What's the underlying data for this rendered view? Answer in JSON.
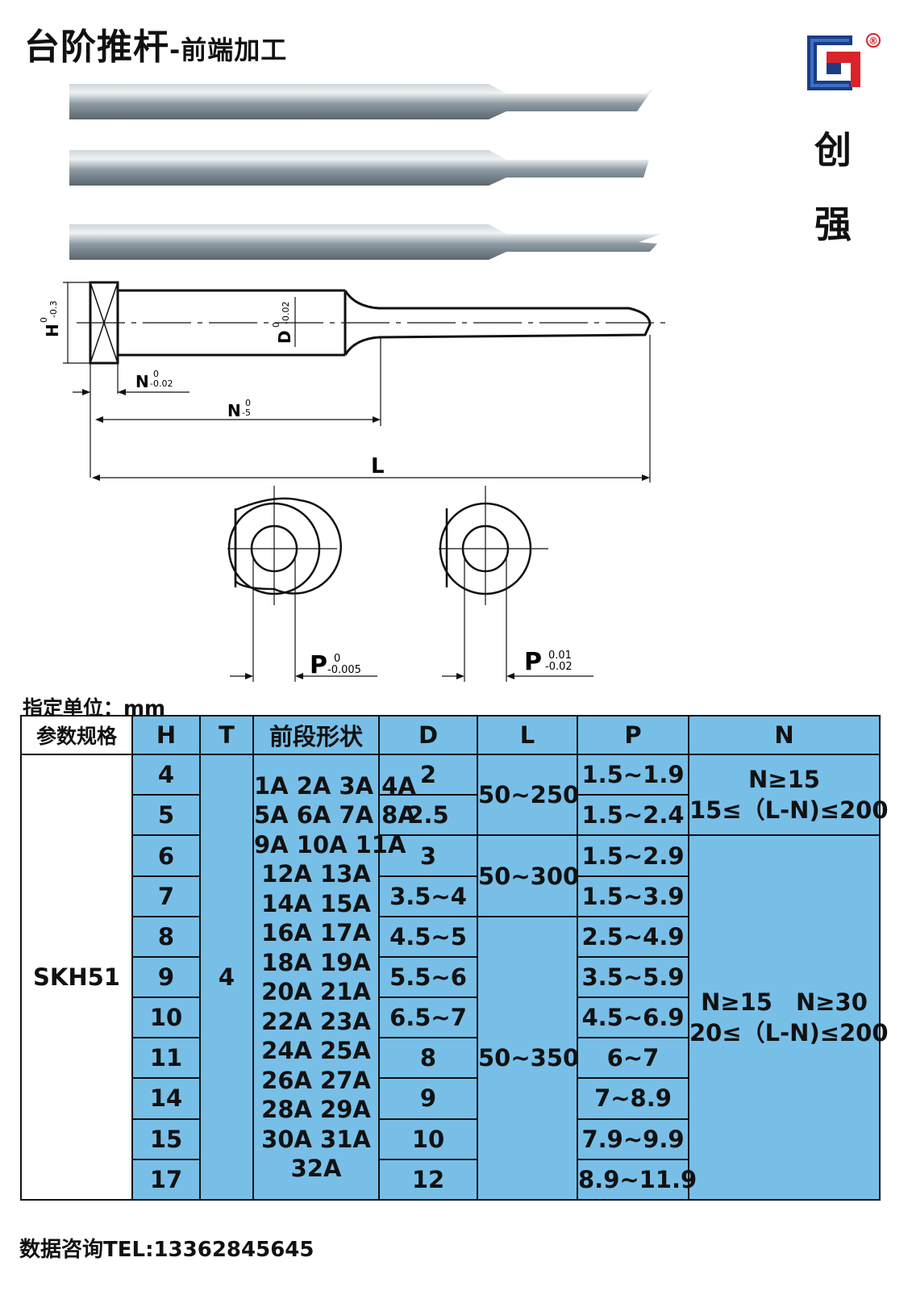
{
  "title": {
    "main": "台阶推杆",
    "sub": "-前端加工"
  },
  "brand": {
    "name_chars": [
      "创",
      "强"
    ],
    "registered_mark": "®"
  },
  "drawing": {
    "dim_H": "H",
    "tol_H": [
      "0",
      "-0.3"
    ],
    "dim_D": "D",
    "tol_D": [
      "0",
      "-0.02"
    ],
    "dim_N1": "N",
    "tol_N1": [
      "0",
      "-0.02"
    ],
    "dim_N2": "N",
    "tol_N2": [
      "0",
      "-5"
    ],
    "dim_L": "L",
    "dim_P1": "P",
    "tol_P1": [
      "0",
      "-0.005"
    ],
    "dim_P2": "P",
    "tol_P2": [
      "0.01",
      "-0.02"
    ]
  },
  "unit_label": "指定单位：mm",
  "table": {
    "headers": [
      "参数规格",
      "H",
      "T",
      "前段形状",
      "D",
      "L",
      "P",
      "N"
    ],
    "material": "SKH51",
    "T": "4",
    "H": [
      "4",
      "5",
      "6",
      "7",
      "8",
      "9",
      "10",
      "11",
      "14",
      "15",
      "17"
    ],
    "D": [
      "2",
      "2.5",
      "3",
      "3.5~4",
      "4.5~5",
      "5.5~6",
      "6.5~7",
      "8",
      "9",
      "10",
      "12"
    ],
    "P": [
      "1.5~1.9",
      "1.5~2.4",
      "1.5~2.9",
      "1.5~3.9",
      "2.5~4.9",
      "3.5~5.9",
      "4.5~6.9",
      "6~7",
      "7~8.9",
      "7.9~9.9",
      "8.9~11.9"
    ],
    "L": [
      "50~250",
      "50~300",
      "50~350"
    ],
    "shapes": [
      "1A 2A 3A 4A",
      "5A 6A 7A 8A",
      "9A 10A 11A",
      "12A 13A",
      "14A 15A",
      "16A 17A",
      "18A 19A",
      "20A 21A",
      "22A 23A",
      "24A 25A",
      "26A 27A",
      "28A 29A",
      "30A 31A",
      "32A"
    ],
    "N_group1": [
      "N≥15",
      "15≤（L-N)≤200"
    ],
    "N_group2": [
      "N≥15　N≥30",
      "20≤（L-N)≤200"
    ]
  },
  "footer": "数据咨询TEL:13362845645",
  "colors": {
    "table_fill": "#78bfe8",
    "rod_steel": "#9aa7b0",
    "logo_blue": "#1f4fa0",
    "logo_red": "#d8242a"
  }
}
